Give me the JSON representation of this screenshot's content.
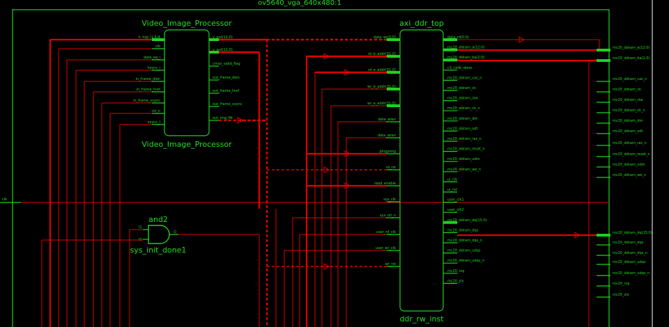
{
  "top_title": "ov5640_vga_640x480:1",
  "blocks": {
    "vip": {
      "name": "Video_Image_Processor",
      "inputs": [
        "h_hsp (1:5)4",
        "clk",
        "data_eq_i",
        "hsync_i",
        "in_frame_dlen",
        "in_frame_href",
        "in_frame_vsync",
        "rst_n",
        "vsync_i"
      ],
      "outputs": [
        "y_out(11:0)",
        "y_out(11:0)",
        "cmos_valid_flag",
        "out_frame_dlen",
        "out_frame_href",
        "out_frame_vsync",
        "out_img_flit"
      ]
    },
    "ddr": {
      "name": "axi_ddr_top",
      "instance": "ddr_rw_inst",
      "inputs": [
        "data_wr(0:0)",
        "rd_b_addr(31:0)",
        "rd_e_addr(31:0)",
        "wr_b_addr(31:0)",
        "wr_e_addr(31:0)",
        "data_wlen",
        "data_wren",
        "pingpong",
        "rd_rst",
        "read_enable",
        "sys_clk",
        "sys_rst_n",
        "user_rd_clk",
        "user_wr_clk",
        "wr_rst"
      ],
      "outputs": [
        "data_rd(0:0)",
        "mc20_ddram_a(12:0)",
        "mc20_ddram_ba(2:0)",
        "c3_calib_done",
        "mc20_ddram_cas_n",
        "mc20_ddram_ck",
        "mc20_ddram_cke",
        "mc20_ddram_ck_n",
        "mc20_ddram_dm",
        "mc20_ddram_odt",
        "mc20_ddram_ras_n",
        "mc20_ddram_reset_n",
        "mc20_ddram_udm",
        "mc20_ddram_we_n",
        "ui_clk",
        "ui_rst",
        "user_clk1",
        "user_clk2",
        "mc20_ddram_dq(15:0)",
        "mc20_ddram_dqs",
        "mc20_ddram_dqs_n",
        "mc20_ddram_udqs",
        "mc20_ddram_udqs_n",
        "mc20_rzq",
        "mc20_zio"
      ]
    },
    "and2": {
      "type": "and2",
      "instance": "sys_init_done1",
      "in1": "I1",
      "in0": "I0",
      "out": "O"
    }
  },
  "ports": {
    "left": "clk",
    "right": [
      "mc20_ddram_a(12:0)",
      "mc20_ddram_ba(2:0)",
      "mc20_ddram_cas_n",
      "mc20_ddram_ck",
      "mc20_ddram_cke",
      "mc20_ddram_ck_n",
      "mc20_ddram_dm",
      "mc20_ddram_odt",
      "mc20_ddram_ras_n",
      "mc20_ddram_reset_n",
      "mc20_ddram_udm",
      "mc20_ddram_we_n",
      "mc20_ddram_dq(15:0)",
      "mc20_ddram_dqs",
      "mc20_ddram_dqs_n",
      "mc20_ddram_udqs",
      "mc20_ddram_udqs_n",
      "mc20_rzq",
      "mc20_zio"
    ]
  }
}
